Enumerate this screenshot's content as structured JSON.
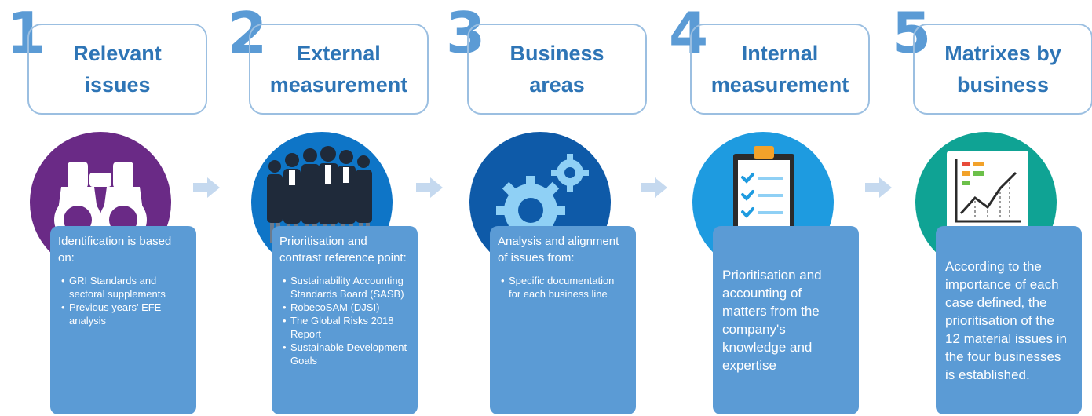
{
  "steps": [
    {
      "number": "1",
      "title": [
        "Relevant",
        "issues"
      ],
      "icon": "binoculars-icon",
      "circle_color": "#6a2a86",
      "intro": "Identification is based on:",
      "bullets": [
        "GRI Standards and sectoral supplements",
        "Previous years' EFE analysis"
      ]
    },
    {
      "number": "2",
      "title": [
        "External",
        "measurement"
      ],
      "icon": "business-people-icon",
      "circle_color": "#0e75c7",
      "intro": "Prioritisation and contrast reference point:",
      "bullets": [
        "Sustainability Accounting Standards Board (SASB)",
        "RobecoSAM (DJSI)",
        "The Global Risks 2018 Report",
        "Sustainable Development Goals"
      ]
    },
    {
      "number": "3",
      "title": [
        "Business",
        "areas"
      ],
      "icon": "gears-icon",
      "circle_color": "#0e5aa8",
      "intro": "Analysis and alignment of issues from:",
      "bullets": [
        "Specific documentation for each business line"
      ]
    },
    {
      "number": "4",
      "title": [
        "Internal",
        "measurement"
      ],
      "icon": "clipboard-checklist-icon",
      "circle_color": "#1e9be0",
      "text": "Prioritisation and accounting of matters from the company's knowledge and expertise"
    },
    {
      "number": "5",
      "title": [
        "Matrixes by",
        "business"
      ],
      "icon": "chart-matrix-icon",
      "circle_color": "#0fa394",
      "text": "According to the importance of each case defined, the prioritisation of the 12 material issues in the four businesses is established."
    }
  ],
  "colors": {
    "accent": "#5b9bd5",
    "title_text": "#2e75b6",
    "outline": "#9bbfe1",
    "arrow": "#c5d9ef"
  }
}
